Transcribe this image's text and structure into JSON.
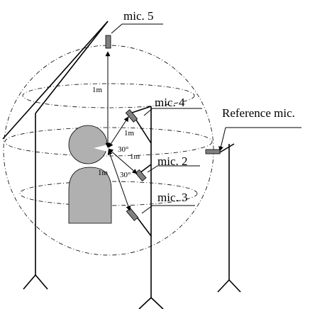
{
  "labels": {
    "mic5": "mic. 5",
    "mic4": "mic. 4",
    "mic2": "mic. 2",
    "mic3": "mic. 3",
    "reference": "Reference mic.",
    "dist_mic5": "1m",
    "dist_mic4": "1m",
    "dist_mic2": "1m",
    "dist_mic3": "1m",
    "angle_upper": "30°",
    "angle_lower": "30°"
  },
  "colors": {
    "line": "#000000",
    "head_body": "#b0b0b0",
    "mic_body": "#808080"
  },
  "icons": {
    "stand": "tripod-stand-icon",
    "microphone": "microphone-icon",
    "person": "listener-dummy-icon"
  }
}
